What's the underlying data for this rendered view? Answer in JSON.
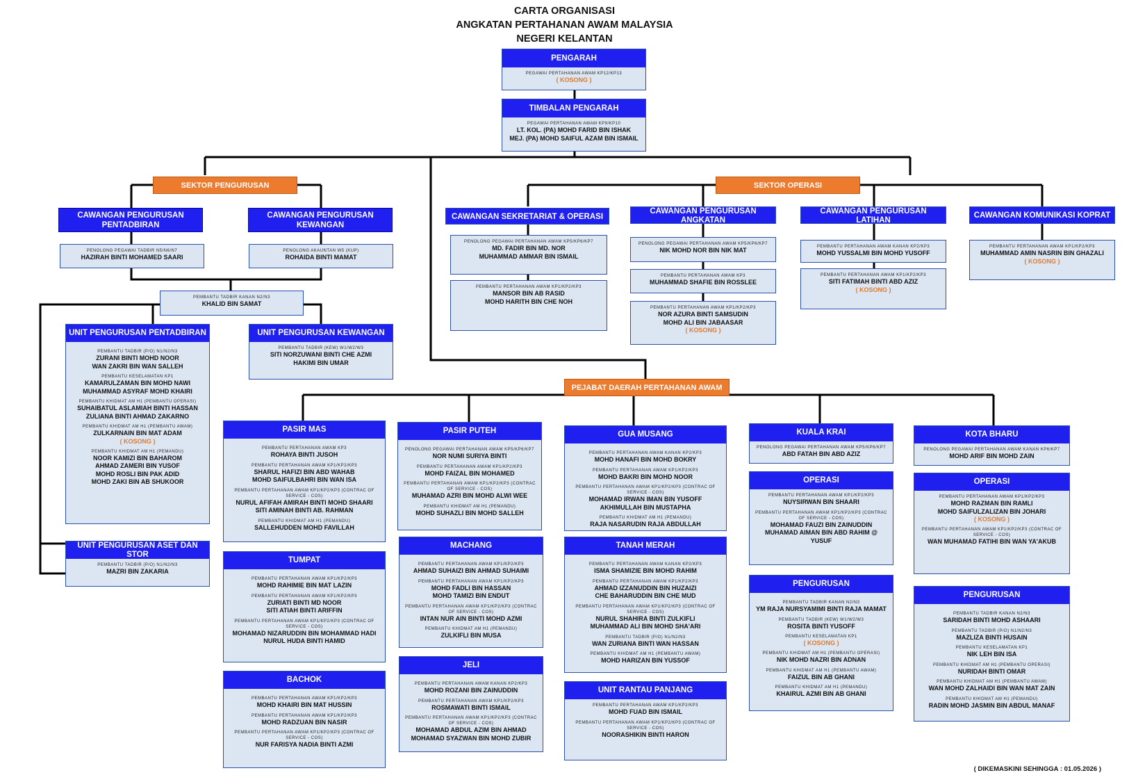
{
  "title": [
    "CARTA ORGANISASI",
    "ANGKATAN PERTAHANAN AWAM MALAYSIA",
    "NEGERI KELANTAN"
  ],
  "footer": "( DIKEMASKINI SEHINGGA : 01.05.2026 )",
  "colors": {
    "header_blue": "#1f1ff0",
    "sector_orange": "#ec7b2e",
    "vacant_orange": "#e07a2e",
    "box_fill": "#dce6f2"
  },
  "sectors": {
    "pengurusan": "SEKTOR PENGURUSAN",
    "operasi": "SEKTOR OPERASI",
    "pejabat_daerah": "PEJABAT DAERAH PERTAHANAN AWAM"
  },
  "headings": {
    "cw_pentadbiran": "CAWANGAN PENGURUSAN PENTADBIRAN",
    "cw_kewangan": "CAWANGAN PENGURUSAN KEWANGAN"
  },
  "boxes": [
    {
      "id": "pengarah",
      "title": "PENGARAH",
      "entries": [
        {
          "role": "PEGAWAI PERTAHANAN AWAM KP12/KP13",
          "names": [],
          "vacant": "( KOSONG )"
        }
      ]
    },
    {
      "id": "timbalan",
      "title": "TIMBALAN PENGARAH",
      "entries": [
        {
          "role": "PEGAWAI PERTAHANAN AWAM KP9/KP10",
          "names": [
            "LT. KOL. (PA) MOHD FARID BIN ISHAK",
            "MEJ. (PA) MOHD SAIFUL AZAM BIN ISMAIL"
          ]
        }
      ]
    },
    {
      "id": "pentadbiran_staff",
      "title": "",
      "entries": [
        {
          "role": "PENOLONG PEGAWAI TADBIR N5/N6/N7",
          "names": [
            "HAZIRAH BINTI MOHAMED SAARI"
          ]
        }
      ]
    },
    {
      "id": "kewangan_staff",
      "title": "",
      "entries": [
        {
          "role": "PENOLONG AKAUNTAN W5 (KUP)",
          "names": [
            "ROHAIDA BINTI MAMAT"
          ]
        }
      ]
    },
    {
      "id": "khalid",
      "title": "",
      "entries": [
        {
          "role": "PEMBANTU TADBIR KANAN N2/N3",
          "names": [
            "KHALID BIN SAMAT"
          ]
        }
      ]
    },
    {
      "id": "unit_pentadbiran",
      "title": "UNIT PENGURUSAN PENTADBIRAN",
      "entries": [
        {
          "role": "PEMBANTU TADBIR (P/O) N1/N2/N3",
          "names": [
            "ZURANI BINTI MOHD NOOR",
            "WAN ZAKRI BIN WAN SALLEH"
          ]
        },
        {
          "role": "PEMBANTU KESELAMATAN KP1",
          "names": [
            "KAMARULZAMAN BIN MOHD NAWI",
            "MUHAMMAD ASYRAF MOHD KHAIRI"
          ]
        },
        {
          "role": "PEMBANTU KHIDMAT AM H1 (PEMBANTU OPERASI)",
          "names": [
            "SUHAIBATUL ASLAMIAH BINTI HASSAN",
            "ZULIANA BINTI AHMAD ZAKARNO"
          ]
        },
        {
          "role": "PEMBANTU KHIDMAT AM H1 (PEMBANTU AWAM)",
          "names": [
            "ZULKARNAIN BIN MAT ADAM"
          ],
          "vacant": "( KOSONG )"
        },
        {
          "role": "PEMBANTU KHIDMAT AM H1 (PEMANDU)",
          "names": [
            "NOOR KAMIZI BIN BAHAROM",
            "AHMAD ZAMERI BIN YUSOF",
            "MOHD ROSLI BIN PAK ADID",
            "MOHD ZAKI BIN AB SHUKOOR"
          ]
        }
      ]
    },
    {
      "id": "unit_kewangan",
      "title": "UNIT PENGURUSAN KEWANGAN",
      "entries": [
        {
          "role": "PEMBANTU TADBIR (KEW) W1/W2/W3",
          "names": [
            "SITI NORZUWANI BINTI CHE AZMI",
            "HAKIMI BIN UMAR"
          ]
        }
      ]
    },
    {
      "id": "unit_aset",
      "title": "UNIT PENGURUSAN ASET DAN STOR",
      "entries": [
        {
          "role": "PEMBANTU TADBIR (P/O) N1/N2/N3",
          "names": [
            "MAZRI BIN ZAKARIA"
          ]
        }
      ]
    },
    {
      "id": "cw_sekretariat",
      "title": "CAWANGAN SEKRETARIAT & OPERASI",
      "entries": []
    },
    {
      "id": "sek_1",
      "title": "",
      "entries": [
        {
          "role": "PENOLONG PEGAWAI PERTAHANAN AWAM KP5/KP6/KP7",
          "names": [
            "MD. FADIR BIN MD. NOR",
            "MUHAMMAD AMMAR BIN ISMAIL"
          ]
        }
      ]
    },
    {
      "id": "sek_2",
      "title": "",
      "entries": [
        {
          "role": "PEMBANTU PERTAHANAN AWAM KP1/KP2/KP3",
          "names": [
            "MANSOR BIN AB RASID",
            "MOHD HARITH BIN CHE NOH"
          ]
        }
      ]
    },
    {
      "id": "cw_angkatan",
      "title": "CAWANGAN PENGURUSAN ANGKATAN",
      "entries": []
    },
    {
      "id": "ang_1",
      "title": "",
      "entries": [
        {
          "role": "PENOLONG PEGAWAI PERTAHANAN AWAM KP5/KP6/KP7",
          "names": [
            "NIK MOHD NOR BIN NIK MAT"
          ]
        }
      ]
    },
    {
      "id": "ang_2",
      "title": "",
      "entries": [
        {
          "role": "PEMBANTU PERTAHANAN AWAM KP3",
          "names": [
            "MUHAMMAD SHAFIE BIN ROSSLEE"
          ]
        }
      ]
    },
    {
      "id": "ang_3",
      "title": "",
      "entries": [
        {
          "role": "PEMBANTU PERTAHANAN AWAM KP1/KP2/KP3",
          "names": [
            "NOR AZURA BINTI SAMSUDIN",
            "MOHD ALI BIN JABAASAR"
          ],
          "vacant": "( KOSONG )"
        }
      ]
    },
    {
      "id": "cw_latihan",
      "title": "CAWANGAN PENGURUSAN LATIHAN",
      "entries": []
    },
    {
      "id": "lat_1",
      "title": "",
      "entries": [
        {
          "role": "PEMBANTU PERTAHANAN AWAM KANAN KP2/KP3",
          "names": [
            "MOHD YUSSALMI BIN MOHD YUSOFF"
          ]
        }
      ]
    },
    {
      "id": "lat_2",
      "title": "",
      "entries": [
        {
          "role": "PEMBANTU PERTAHANAN AWAM KP1/KP2/KP3",
          "names": [
            "SITI FATIMAH BINTI ABD AZIZ"
          ],
          "vacant": "( KOSONG )"
        }
      ]
    },
    {
      "id": "cw_komunikasi",
      "title": "CAWANGAN KOMUNIKASI KOPRAT",
      "entries": []
    },
    {
      "id": "kom_1",
      "title": "",
      "entries": [
        {
          "role": "PEMBANTU PERTAHANAN AWAM KP1/KP2/KP3",
          "names": [
            "MUHAMMAD AMIN NASRIN BIN GHAZALI"
          ],
          "vacant": "( KOSONG )"
        }
      ]
    },
    {
      "id": "pasir_mas",
      "title": "PASIR MAS",
      "entries": [
        {
          "role": "PEMBANTU PERTAHANAN AWAM KP3",
          "names": [
            "ROHAYA BINTI JUSOH"
          ]
        },
        {
          "role": "PEMBANTU PERTAHANAN AWAM KP1/KP2/KP3",
          "names": [
            "SHARUL HAFIZI BIN ABD WAHAB",
            "MOHD SAIFULBAHRI BIN WAN ISA"
          ]
        },
        {
          "role": "PEMBANTU PERTAHANAN AWAM KP1/KP2/KP3 (CONTRAC OF SERVICE - COS)",
          "names": [
            "NURUL AFIFAH AMIRAH BINTI MOHD SHAARI",
            "SITI AMINAH BINTI AB. RAHMAN"
          ]
        },
        {
          "role": "PEMBANTU KHIDMAT AM H1 (PEMANDU)",
          "names": [
            "SALLEHUDDEN MOHD FAVILLAH"
          ]
        }
      ]
    },
    {
      "id": "tumpat",
      "title": "TUMPAT",
      "entries": [
        {
          "role": "PEMBANTU PERTAHANAN AWAM KP1/KP2/KP3",
          "names": [
            "MOHD RAHIMIE BIN MAT LAZIN"
          ]
        },
        {
          "role": "PEMBANTU PERTAHANAN AWAM KP1/KP2/KP3",
          "names": [
            "ZURIATI BINTI MD NOOR",
            "SITI ATIAH BINTI ARIFFIN"
          ]
        },
        {
          "role": "PEMBANTU PERTAHANAN AWAM KP1/KP2/KP3 (CONTRAC OF SERVICE - COS)",
          "names": [
            "MOHAMAD NIZARUDDIN BIN MOHAMMAD HADI",
            "NURUL HUDA BINTI HAMID"
          ]
        }
      ]
    },
    {
      "id": "bachok",
      "title": "BACHOK",
      "entries": [
        {
          "role": "PEMBANTU PERTAHANAN AWAM KP1/KP2/KP3",
          "names": [
            "MOHD KHAIRI BIN MAT HUSSIN"
          ]
        },
        {
          "role": "PEMBANTU PERTAHANAN AWAM KP1/KP2/KP3",
          "names": [
            "MOHD RADZUAN BIN NASIR"
          ]
        },
        {
          "role": "PEMBANTU PERTAHANAN AWAM KP1/KP2/KP3 (CONTRAC OF SERVICE - COS)",
          "names": [
            "NUR FARISYA NADIA BINTI AZMI"
          ]
        }
      ]
    },
    {
      "id": "pasir_puteh",
      "title": "PASIR PUTEH",
      "entries": [
        {
          "role": "PENOLONG PEGAWAI PERTAHANAN AWAM KP5/KP6/KP7",
          "names": [
            "NOR NUMI SURIYA BINTI"
          ]
        },
        {
          "role": "PEMBANTU PERTAHANAN AWAM KP1/KP2/KP3",
          "names": [
            "MOHD FAIZAL BIN MOHAMED"
          ]
        },
        {
          "role": "PEMBANTU PERTAHANAN AWAM KP1/KP2/KP3 (CONTRAC OF SERVICE - COS)",
          "names": [
            "MUHAMAD AZRI BIN MOHD ALWI WEE"
          ]
        },
        {
          "role": "PEMBANTU KHIDMAT AM H1 (PEMANDU)",
          "names": [
            "MOHD SUHAZLI BIN MOHD SALLEH"
          ]
        }
      ]
    },
    {
      "id": "machang",
      "title": "MACHANG",
      "entries": [
        {
          "role": "PEMBANTU PERTAHANAN AWAM KP1/KP2/KP3",
          "names": [
            "AHMAD SUHAIZI BIN AHMAD SUHAIMI"
          ]
        },
        {
          "role": "PEMBANTU PERTAHANAN AWAM KP1/KP2/KP3",
          "names": [
            "MOHD FADLI BIN HASSAN",
            "MOHD TAMIZI BIN ENDUT"
          ]
        },
        {
          "role": "PEMBANTU PERTAHANAN AWAM KP1/KP2/KP3 (CONTRAC OF SERVICE - COS)",
          "names": [
            "INTAN NUR AIN BINTI MOHD AZMI"
          ]
        },
        {
          "role": "PEMBANTU KHIDMAT AM H1 (PEMANDU)",
          "names": [
            "ZULKIFLI BIN MUSA"
          ]
        }
      ]
    },
    {
      "id": "jeli",
      "title": "JELI",
      "entries": [
        {
          "role": "PEMBANTU PERTAHANAN AWAM KANAN KP2/KP3",
          "names": [
            "MOHD ROZANI BIN ZAINUDDIN"
          ]
        },
        {
          "role": "PEMBANTU PERTAHANAN AWAM KP1/KP2/KP3",
          "names": [
            "ROSMAWATI BINTI ISMAIL"
          ]
        },
        {
          "role": "PEMBANTU PERTAHANAN AWAM KP1/KP2/KP3 (CONTRAC OF SERVICE - COS)",
          "names": [
            "MOHAMAD ABDUL AZIM BIN AHMAD",
            "MOHAMAD SYAZWAN BIN MOHD ZUBIR"
          ]
        }
      ]
    },
    {
      "id": "gua_musang",
      "title": "GUA MUSANG",
      "entries": [
        {
          "role": "PEMBANTU PERTAHANAN AWAM KANAN KP2/KP3",
          "names": [
            "MOHD HANAFI BIN MOHD BOKRY"
          ]
        },
        {
          "role": "PEMBANTU PERTAHANAN AWAM KP1/KP2/KP3",
          "names": [
            "MOHD BAKRI BIN MOHD NOOR"
          ]
        },
        {
          "role": "PEMBANTU PERTAHANAN AWAM KP1/KP2/KP3 (CONTRAC OF SERVICE - COS)",
          "names": [
            "MOHAMAD IRWAN IMAN BIN YUSOFF",
            "AKHIMULLAH BIN MUSTAPHA"
          ]
        },
        {
          "role": "PEMBANTU KHIDMAT AM H1 (PEMANDU)",
          "names": [
            "RAJA NASARUDIN RAJA ABDULLAH"
          ]
        }
      ]
    },
    {
      "id": "tanah_merah",
      "title": "TANAH MERAH",
      "entries": [
        {
          "role": "PEMBANTU PERTAHANAN AWAM KANAN KP2/KP3",
          "names": [
            "ISMA SHAMIZIE BIN MOHD RAHIM"
          ]
        },
        {
          "role": "PEMBANTU PERTAHANAN AWAM KP1/KP2/KP3",
          "names": [
            "AHMAD IZZANUDDIN BIN HUZAIZI",
            "CHE BAHARUDDIN BIN CHE MUD"
          ]
        },
        {
          "role": "PEMBANTU PERTAHANAN AWAM KP1/KP2/KP3 (CONTRAC OF SERVICE - COS)",
          "names": [
            "NURUL SHAHIRA BINTI ZULKIFLI",
            "MUHAMMAD ALI BIN MOHD SHA'ARI"
          ]
        },
        {
          "role": "PEMBANTU TADBIR (P/O) N1/N2/N3",
          "names": [
            "WAN ZURIANA BINTI WAN HASSAN"
          ]
        },
        {
          "role": "PEMBANTU KHIDMAT AM H1 (PEMBANTU AWAM)",
          "names": [
            "MOHD HARIZAN BIN YUSSOF"
          ]
        }
      ]
    },
    {
      "id": "rantau_panjang",
      "title": "UNIT RANTAU PANJANG",
      "entries": [
        {
          "role": "PEMBANTU PERTAHANAN AWAM KP1/KP2/KP3",
          "names": [
            "MOHD FUAD BIN ISMAIL"
          ]
        },
        {
          "role": "PEMBANTU PERTAHANAN AWAM KP1/KP2/KP3 (CONTRAC OF SERVICE - COS)",
          "names": [
            "NOORASHIKIN BINTI HARON"
          ]
        }
      ]
    },
    {
      "id": "kuala_krai",
      "title": "KUALA KRAI",
      "entries": [
        {
          "role": "PENOLONG PEGAWAI PERTAHANAN AWAM KP5/KP6/KP7",
          "names": [
            "ABD FATAH BIN ABD AZIZ"
          ]
        }
      ]
    },
    {
      "id": "kk_operasi",
      "title": "OPERASI",
      "entries": [
        {
          "role": "PEMBANTU PERTAHANAN AWAM KP1/KP2/KP3",
          "names": [
            "NUYSIRWAN BIN SHAARI"
          ]
        },
        {
          "role": "PEMBANTU PERTAHANAN AWAM KP1/KP2/KP3 (CONTRAC OF SERVICE - COS)",
          "names": [
            "MOHAMAD FAUZI BIN ZAINUDDIN",
            "MUHAMAD AIMAN BIN ABD RAHIM @",
            "YUSUF"
          ]
        }
      ]
    },
    {
      "id": "kk_pengurusan",
      "title": "PENGURUSAN",
      "entries": [
        {
          "role": "PEMBANTU TADBIR KANAN N2/N3",
          "names": [
            "YM RAJA NURSYAMIMI BINTI RAJA MAMAT"
          ]
        },
        {
          "role": "PEMBANTU TADBIR (KEW) W1/W2/W3",
          "names": [
            "ROSITA BINTI YUSOFF"
          ]
        },
        {
          "role": "PEMBANTU KESELAMATAN KP1",
          "names": [],
          "vacant": "( KOSONG )"
        },
        {
          "role": "PEMBANTU KHIDMAT AM H1 (PEMBANTU OPERASI)",
          "names": [
            "NIK MOHD NAZRI BIN ADNAN"
          ]
        },
        {
          "role": "PEMBANTU KHIDMAT AM H1 (PEMBANTU AWAM)",
          "names": [
            "FAIZUL BIN AB GHANI"
          ]
        },
        {
          "role": "PEMBANTU KHIDMAT AM H1 (PEMANDU)",
          "names": [
            "KHAIRUL AZMI BIN AB GHANI"
          ]
        }
      ]
    },
    {
      "id": "kota_bharu",
      "title": "KOTA BHARU",
      "entries": [
        {
          "role": "PENOLONG PEGAWAI PERTAHANAN AWAM KANAN KP6/KP7",
          "names": [
            "MOHD ARIF BIN MOHD ZAIN"
          ]
        }
      ]
    },
    {
      "id": "kb_operasi",
      "title": "OPERASI",
      "entries": [
        {
          "role": "PEMBANTU PERTAHANAN AWAM KP1/KP2/KP3",
          "names": [
            "MOHD RAZMAN BIN RAMLI",
            "MOHD SAIFULZALIZAN BIN JOHARI"
          ],
          "vacant": "( KOSONG )"
        },
        {
          "role": "PEMBANTU PERTAHANAN AWAM KP1/KP2/KP3 (CONTRAC OF SERVICE - COS)",
          "names": [
            "WAN MUHAMAD FATIHI BIN WAN YA'AKUB"
          ]
        }
      ]
    },
    {
      "id": "kb_pengurusan",
      "title": "PENGURUSAN",
      "entries": [
        {
          "role": "PEMBANTU TADBIR KANAN N2/N3",
          "names": [
            "SARIDAH BINTI MOHD ASHAARI"
          ]
        },
        {
          "role": "PEMBANTU TADBIR (P/O) N1/N2/N3",
          "names": [
            "MAZLIZA BINTI HUSAIN"
          ]
        },
        {
          "role": "PEMBANTU KESELAMATAN KP1",
          "names": [
            "NIK LEH BIN ISA"
          ]
        },
        {
          "role": "PEMBANTU KHIDMAT AM H1 (PEMBANTU OPERASI)",
          "names": [
            "NURIDAH BINTI OMAR"
          ]
        },
        {
          "role": "PEMBANTU KHIDMAT AM H1 (PEMBANTU AWAM)",
          "names": [
            "WAN MOHD ZALHAIDI BIN WAN MAT ZAIN"
          ]
        },
        {
          "role": "PEMBANTU KHIDMAT AM H1 (PEMANDU)",
          "names": [
            "RADIN MOHD JASMIN BIN ABDUL MANAF"
          ]
        }
      ]
    }
  ]
}
